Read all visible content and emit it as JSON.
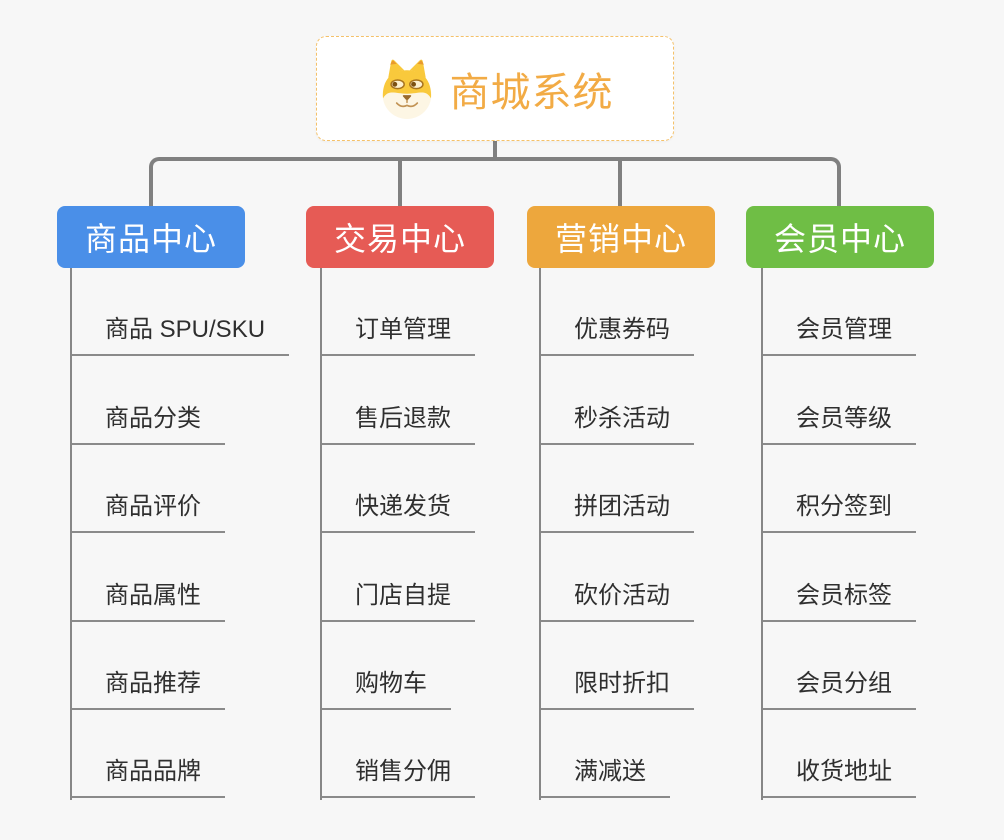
{
  "page": {
    "background_color": "#f7f7f7",
    "connector_color": "#808080"
  },
  "root": {
    "title": "商城系统",
    "title_color": "#f2ab45",
    "border_color": "#f5c169",
    "icon": "doge-dog-face-icon"
  },
  "branches": [
    {
      "label": "商品中心",
      "color": "#4a8fe8",
      "items": [
        "商品 SPU/SKU",
        "商品分类",
        "商品评价",
        "商品属性",
        "商品推荐",
        "商品品牌"
      ]
    },
    {
      "label": "交易中心",
      "color": "#e65b55",
      "items": [
        "订单管理",
        "售后退款",
        "快递发货",
        "门店自提",
        "购物车",
        "销售分佣"
      ]
    },
    {
      "label": "营销中心",
      "color": "#eda73d",
      "items": [
        "优惠券码",
        "秒杀活动",
        "拼团活动",
        "砍价活动",
        "限时折扣",
        "满减送"
      ]
    },
    {
      "label": "会员中心",
      "color": "#6fbe45",
      "items": [
        "会员管理",
        "会员等级",
        "积分签到",
        "会员标签",
        "会员分组",
        "收货地址"
      ]
    }
  ]
}
